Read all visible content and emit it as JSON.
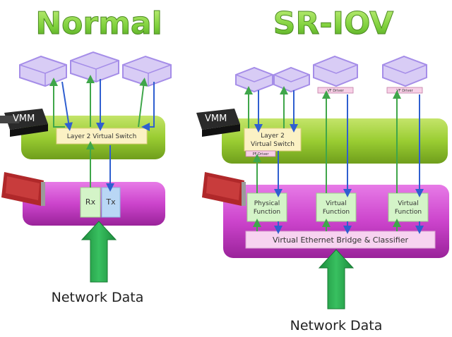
{
  "titles": {
    "left": "Normal",
    "right": "SR-IOV"
  },
  "left": {
    "vmm_label": "VMM",
    "switch_label": "Layer 2 Virtual Switch",
    "rx_label": "Rx",
    "tx_label": "Tx",
    "network_label": "Network Data"
  },
  "right": {
    "vmm_label": "VMM",
    "switch_label_line1": "Layer 2",
    "switch_label_line2": "Virtual Switch",
    "pf_driver_label": "PF Driver",
    "vf_driver_label_1": "VF Driver",
    "vf_driver_label_2": "VF Driver",
    "pf_label_line1": "Physical",
    "pf_label_line2": "Function",
    "vf1_label_line1": "Virtual",
    "vf1_label_line2": "Function",
    "vf2_label_line1": "Virtual",
    "vf2_label_line2": "Function",
    "bridge_label": "Virtual Ethernet Bridge & Classifier",
    "network_label": "Network Data"
  },
  "colors": {
    "title_green": "#7ccf3a",
    "green_layer": "#9acd32",
    "magenta_layer": "#cc44cc",
    "switch_box": "#fbf1c4",
    "function_box": "#d4f4c8",
    "tx_box": "#b9d7f5",
    "vm_box": "#d8ccf5",
    "arrow_green": "#3fa64a",
    "arrow_blue": "#2f5fd0",
    "big_arrow": "#22a34a"
  }
}
